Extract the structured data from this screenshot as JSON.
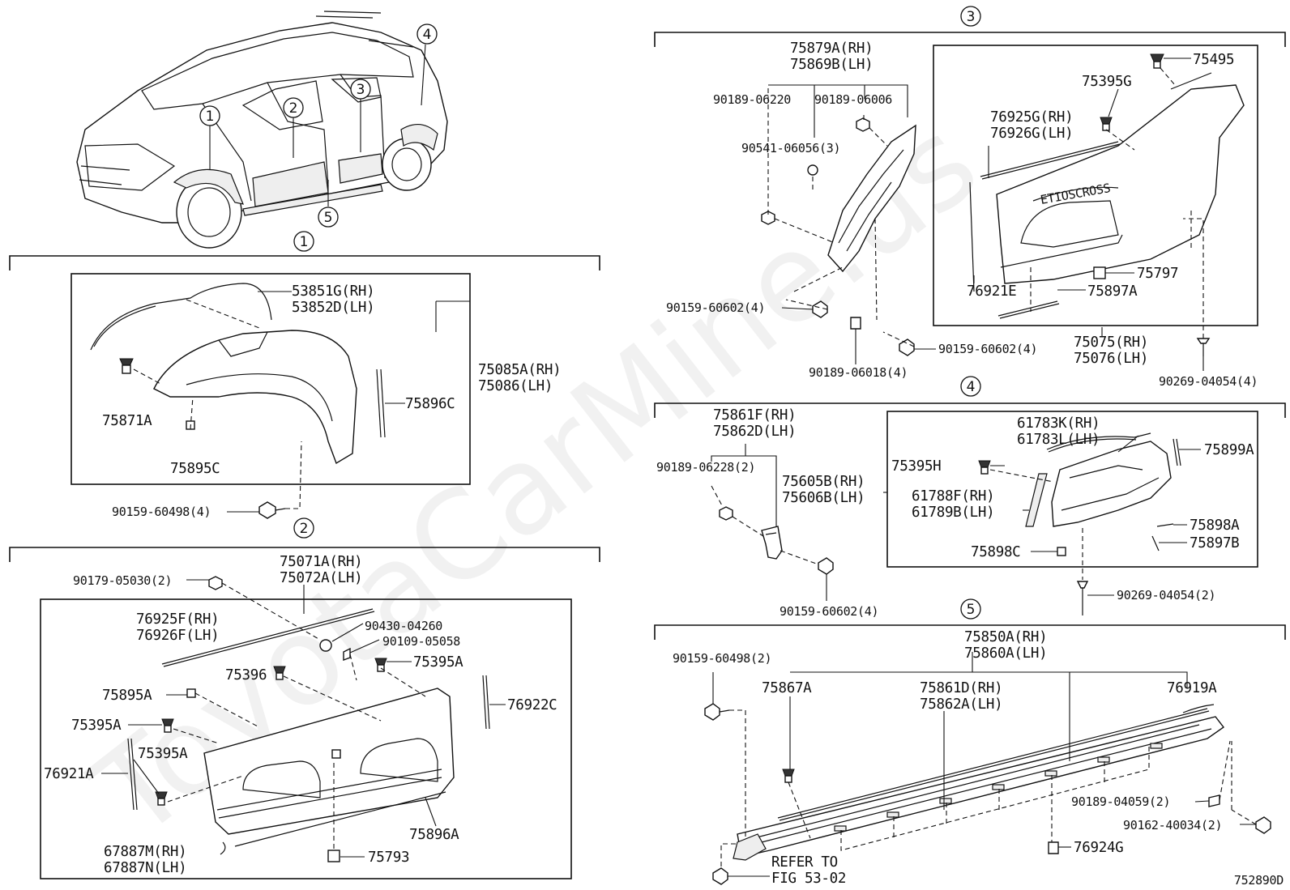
{
  "watermark": "ToyotaCarMine.us",
  "diagram_code": "752890D",
  "overview": {
    "callouts": [
      "1",
      "2",
      "3",
      "4",
      "5"
    ]
  },
  "section1": {
    "index": "1",
    "parts": {
      "p53851": "53851G(RH)",
      "p53852": "53852D(LH)",
      "p75085": "75085A(RH)",
      "p75086": "75086(LH)",
      "p75896c": "75896C",
      "p75871a": "75871A",
      "p75895c": "75895C",
      "p90159": "90159-60498(4)"
    }
  },
  "section2": {
    "index": "2",
    "parts": {
      "p90179": "90179-05030(2)",
      "p75071": "75071A(RH)",
      "p75072": "75072A(LH)",
      "p76925f": "76925F(RH)",
      "p76926f": "76926F(LH)",
      "p90430": "90430-04260",
      "p90109": "90109-05058",
      "p75395a_1": "75395A",
      "p75396": "75396",
      "p75895a": "75895A",
      "p76922c": "76922C",
      "p75395a_2": "75395A",
      "p75395a_3": "75395A",
      "p76921a": "76921A",
      "p75896a": "75896A",
      "p67887m": "67887M(RH)",
      "p67887n": "67887N(LH)",
      "p75793": "75793"
    }
  },
  "section3": {
    "index": "3",
    "parts": {
      "p75879a": "75879A(RH)",
      "p75869b": "75869B(LH)",
      "p90189_06220": "90189-06220",
      "p90189_06006": "90189-06006",
      "p90541": "90541-06056(3)",
      "p75495": "75495",
      "p75395g": "75395G",
      "p76925g": "76925G(RH)",
      "p76926g": "76926G(LH)",
      "p75797": "75797",
      "p76921e": "76921E",
      "p75897a": "75897A",
      "p90159_a": "90159-60602(4)",
      "p90159_b": "90159-60602(4)",
      "p90189_06018": "90189-06018(4)",
      "p75075": "75075(RH)",
      "p75076": "75076(LH)",
      "p90269": "90269-04054(4)"
    }
  },
  "section4": {
    "index": "4",
    "parts": {
      "p75861f": "75861F(RH)",
      "p75862d": "75862D(LH)",
      "p90189_06228": "90189-06228(2)",
      "p61783k": "61783K(RH)",
      "p61783l": "61783L(LH)",
      "p75899a": "75899A",
      "p75395h": "75395H",
      "p75605b": "75605B(RH)",
      "p75606b": "75606B(LH)",
      "p61788f": "61788F(RH)",
      "p61789b": "61789B(LH)",
      "p75898a": "75898A",
      "p75897b": "75897B",
      "p75898c": "75898C",
      "p90159": "90159-60602(4)",
      "p90269": "90269-04054(2)"
    }
  },
  "section5": {
    "index": "5",
    "parts": {
      "p75850a": "75850A(RH)",
      "p75860a": "75860A(LH)",
      "p90159": "90159-60498(2)",
      "p75867a": "75867A",
      "p75861d": "75861D(RH)",
      "p75862a": "75862A(LH)",
      "p76919a": "76919A",
      "p90189": "90189-04059(2)",
      "p90162": "90162-40034(2)",
      "p76924g": "76924G",
      "refer1": "REFER TO",
      "refer2": "FIG 53-02"
    }
  }
}
